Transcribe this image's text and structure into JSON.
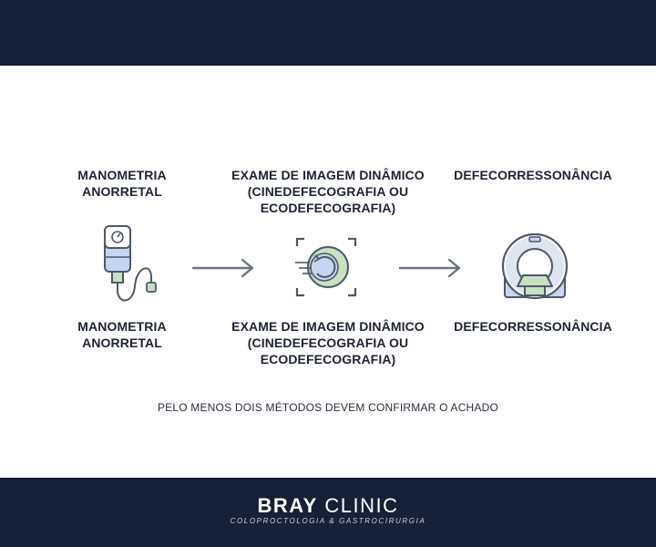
{
  "top_labels": {
    "manometria": [
      "MANOMETRIA",
      "ANORRETAL"
    ],
    "exame": [
      "EXAME DE IMAGEM DINÂMICO",
      "(CINEDEFECOGRAFIA OU",
      "ECODEFECOGRAFIA)"
    ],
    "defeco": [
      "DEFECORRESSONÂNCIA"
    ]
  },
  "bottom_labels": {
    "manometria": [
      "MANOMETRIA",
      "ANORRETAL"
    ],
    "exame": [
      "EXAME DE IMAGEM DINÂMICO",
      "(CINEDEFECOGRAFIA OU",
      "ECODEFECOGRAFIA)"
    ],
    "defeco": [
      "DEFECORRESSONÂNCIA"
    ]
  },
  "note": "PELO MENOS DOIS MÉTODOS DEVEM CONFIRMAR O ACHADO",
  "brand": {
    "name_bold": "BRAY",
    "name_light": " CLINIC",
    "tagline": "COLOPROCTOLOGIA & GASTROCIRURGIA"
  },
  "icons": {
    "manometria": "manometry-device-icon",
    "exame": "dynamic-imaging-icon",
    "defeco": "mri-scanner-icon"
  },
  "colors": {
    "header": "#162036",
    "icon_blue": "#c7d6f0",
    "icon_green": "#c9e0c3",
    "arrow": "#6b7382"
  }
}
